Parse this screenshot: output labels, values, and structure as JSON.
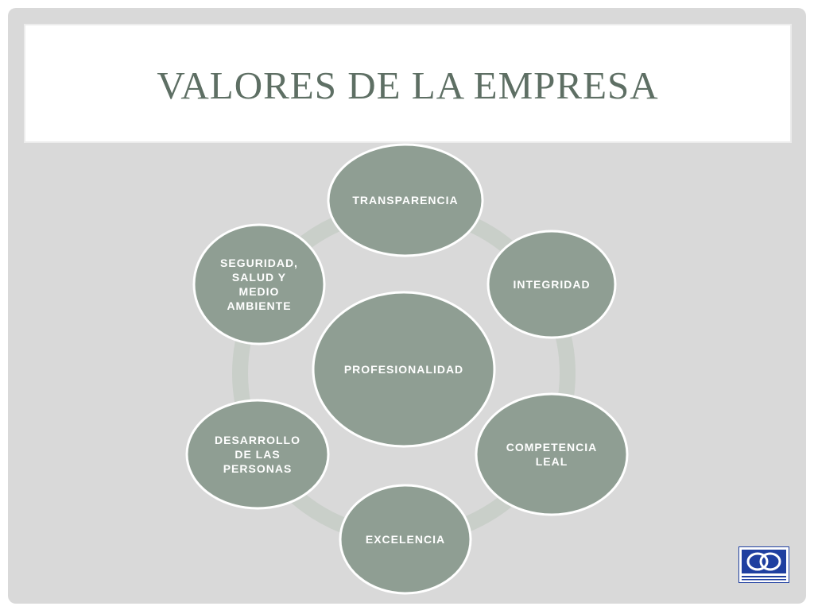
{
  "slide": {
    "title": "VALORES DE LA EMPRESA"
  },
  "diagram": {
    "center": {
      "label": "PROFESIONALIDAD"
    },
    "nodes": [
      {
        "id": "transparencia",
        "lines": [
          "TRANSPARENCIA"
        ]
      },
      {
        "id": "integridad",
        "lines": [
          "INTEGRIDAD"
        ]
      },
      {
        "id": "competencia-leal",
        "lines": [
          "COMPETENCIA",
          "LEAL"
        ]
      },
      {
        "id": "excelencia",
        "lines": [
          "EXCELENCIA"
        ]
      },
      {
        "id": "desarrollo-personas",
        "lines": [
          "DESARROLLO",
          "DE LAS",
          "PERSONAS"
        ]
      },
      {
        "id": "seguridad-salud-medio-ambiente",
        "lines": [
          "SEGURIDAD,",
          "SALUD Y",
          "MEDIO",
          "AMBIENTE"
        ]
      }
    ]
  },
  "colors": {
    "background": "#d9d9d9",
    "title": "#5e6f64",
    "node_fill": "#8f9e93",
    "node_stroke": "#ffffff",
    "ring": "#c9cfc9",
    "node_text": "#ffffff",
    "logo_blue": "#1f3fa0"
  },
  "logo": {
    "icon": "company-logo-icon"
  }
}
